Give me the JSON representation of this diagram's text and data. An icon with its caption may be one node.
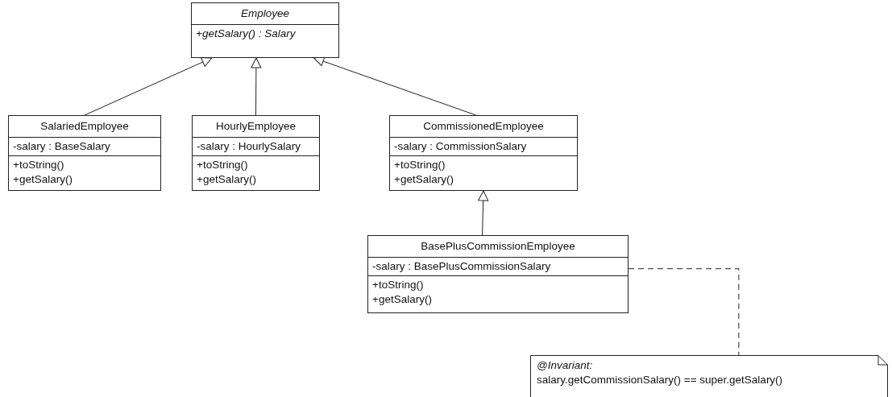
{
  "diagram": {
    "nodes": [
      {
        "text": [
          "Employee",
          "+getSalary() : Salary"
        ]
      },
      {
        "text": [
          "SalariedEmployee",
          "-salary : BaseSalary",
          "+toString()",
          "+getSalary()"
        ]
      },
      {
        "text": [
          "HourlyEmployee",
          "-salary : HourlySalary",
          "+toString()",
          "+getSalary()"
        ]
      },
      {
        "text": [
          "CommissionedEmployee",
          "-salary : CommissionSalary",
          "+toString()",
          "+getSalary()"
        ]
      },
      {
        "text": [
          "BasePlusCommissionEmployee",
          "-salary : BasePlusCommissionSalary",
          "+toString()",
          "+getSalary()"
        ]
      },
      {
        "text": [
          "@Invariant:",
          "salary.getCommissionSalary() == super.getSalary()"
        ]
      }
    ],
    "edges": [
      {
        "from": 1,
        "to": 0,
        "arrow": "to"
      },
      {
        "from": 2,
        "to": 0,
        "arrow": "to"
      },
      {
        "from": 3,
        "to": 0,
        "arrow": "to"
      },
      {
        "from": 4,
        "to": 3,
        "arrow": "to"
      },
      {
        "from": 4,
        "to": 5,
        "arrow": "none",
        "style": "dashed"
      }
    ]
  }
}
